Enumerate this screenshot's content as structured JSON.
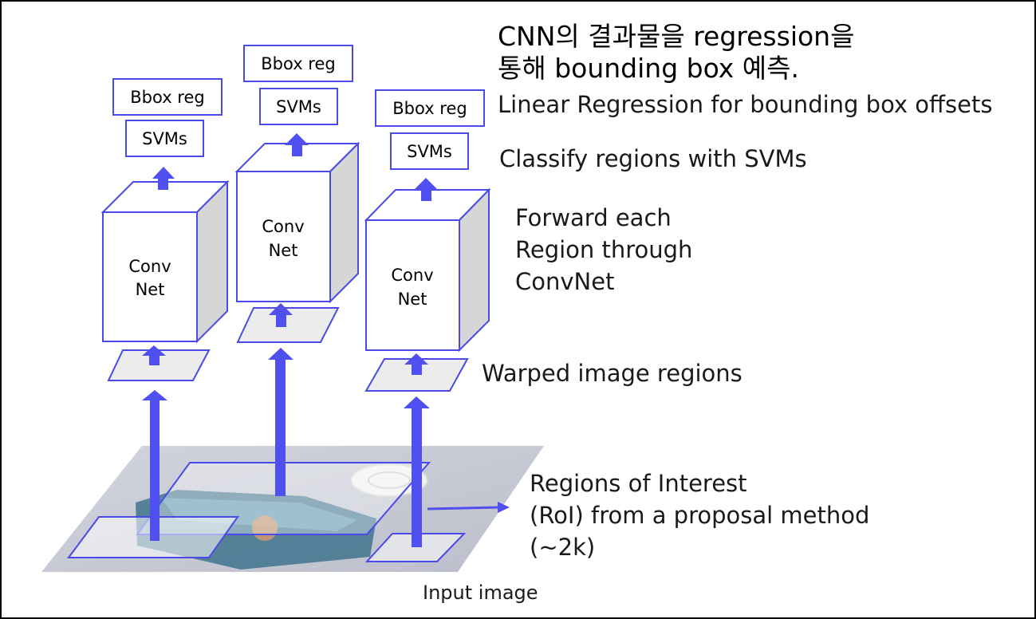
{
  "title_line_1": "CNN의 결과물을 regression을",
  "title_line_2": "통해 bounding box 예측.",
  "annotations": {
    "linear_regression": "Linear Regression for bounding box offsets",
    "classify": "Classify regions with SVMs",
    "forward": [
      "Forward each",
      "Region through",
      "ConvNet"
    ],
    "warped": "Warped image regions",
    "roi": [
      "Regions of Interest",
      "(RoI) from a proposal method",
      "(~2k)"
    ],
    "input": "Input image"
  },
  "pipelines": [
    {
      "bbox_label": "Bbox reg",
      "svm_label": "SVMs",
      "convnet_line_1": "Conv",
      "convnet_line_2": "Net"
    },
    {
      "bbox_label": "Bbox reg",
      "svm_label": "SVMs",
      "convnet_line_1": "Conv",
      "convnet_line_2": "Net"
    },
    {
      "bbox_label": "Bbox reg",
      "svm_label": "SVMs",
      "convnet_line_1": "Conv",
      "convnet_line_2": "Net"
    }
  ],
  "colors": {
    "outline": "#4a4ae8",
    "arrow": "#5050f0",
    "cube_side": "#d6d6d6",
    "region_fill": "#ececec",
    "photo_plane": "#c4c6d2"
  }
}
